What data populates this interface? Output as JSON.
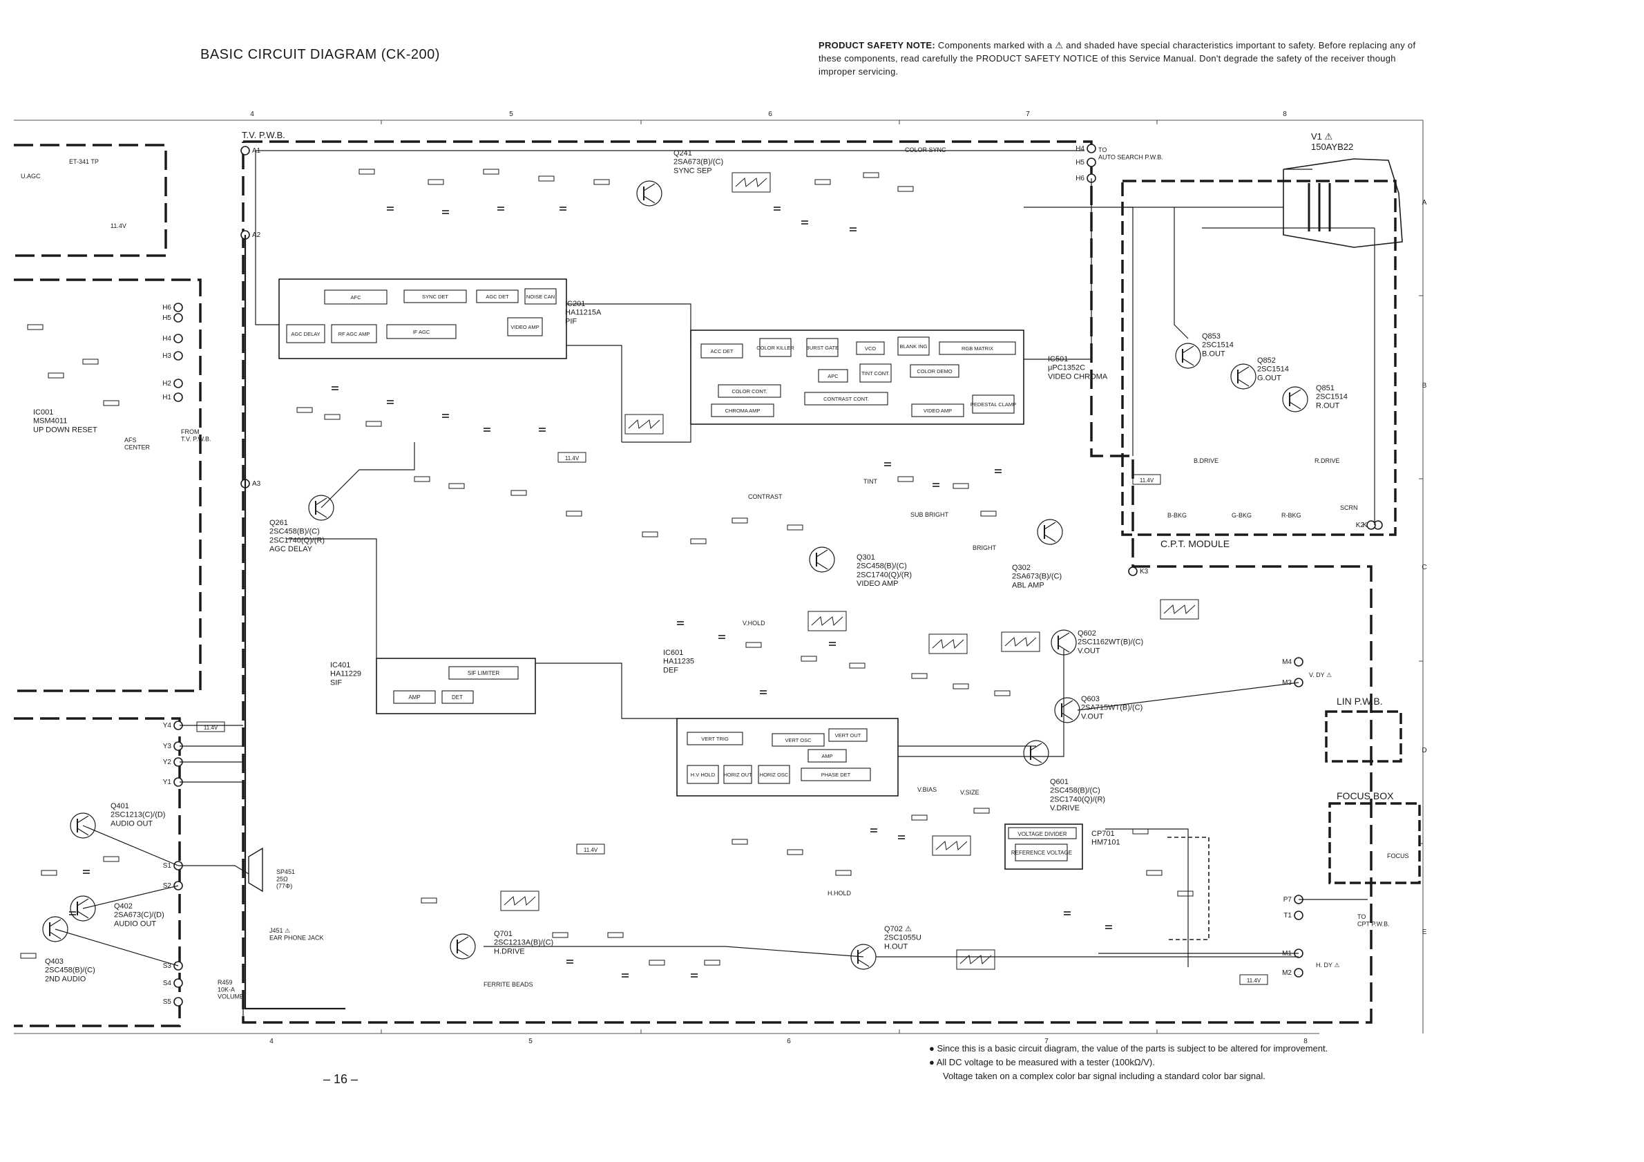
{
  "title": "BASIC CIRCUIT DIAGRAM (CK-200)",
  "safety_note": {
    "heading": "PRODUCT SAFETY NOTE:",
    "text": "Components marked with a ⚠ and shaded have special characteristics important to safety. Before replacing any of these components, read carefully the PRODUCT SAFETY NOTICE of this Service Manual. Don't degrade the safety of the receiver though improper servicing."
  },
  "grid": {
    "top_columns": [
      "4",
      "5",
      "6",
      "7",
      "8"
    ],
    "bottom_columns": [
      "4",
      "5",
      "6",
      "7",
      "8"
    ],
    "rows": [
      "A",
      "B",
      "C",
      "D",
      "E"
    ]
  },
  "boards": {
    "tv_pwb": "T.V. P.W.B.",
    "cpt_module": "C.P.T. MODULE",
    "lin_pwb": "LIN P.W.B.",
    "focus_box": "FOCUS BOX",
    "crt": "V1 ⚠\n150AYB22"
  },
  "ics": [
    {
      "ref": "IC201",
      "part": "HA11215A",
      "func": "PIF"
    },
    {
      "ref": "IC401",
      "part": "HA11229",
      "func": "SIF"
    },
    {
      "ref": "IC501",
      "part": "μPC1352C",
      "func": "VIDEO CHROMA"
    },
    {
      "ref": "IC601",
      "part": "HA11235",
      "func": "DEF"
    },
    {
      "ref": "IC001",
      "part": "MSM4011",
      "func": "UP DOWN RESET"
    },
    {
      "ref": "CP701",
      "part": "HM7101",
      "func": ""
    }
  ],
  "ic_blocks": {
    "ic201": [
      "AFC",
      "SYNC DET",
      "AGC DET",
      "NOISE CAN",
      "AGC DELAY",
      "RF AGC AMP",
      "IF AGC",
      "VIDEO AMP"
    ],
    "ic401": [
      "SIF LIMITER",
      "AMP",
      "DET"
    ],
    "ic501": [
      "ACC DET",
      "COLOR KILLER",
      "BURST GATE",
      "VCO",
      "BLANK ING",
      "RGB MATRIX",
      "APC",
      "TINT CONT.",
      "COLOR DEMO",
      "COLOR CONT.",
      "CHROMA AMP",
      "CONTRAST CONT.",
      "VIDEO AMP",
      "PEDESTAL CLAMP"
    ],
    "ic601": [
      "VERT TRIG",
      "VERT OSC",
      "VERT OUT",
      "AMP",
      "H.V HOLD",
      "HORIZ OUT",
      "HORIZ OSC",
      "PHASE DET"
    ],
    "cp701": [
      "VOLTAGE DIVIDER",
      "REFERENCE VOLTAGE"
    ]
  },
  "transistors": [
    {
      "ref": "Q241",
      "part": "2SA673(B)/(C)",
      "func": "SYNC SEP"
    },
    {
      "ref": "Q261",
      "part": "2SC458(B)/(C)\n2SC1740(Q)/(R)",
      "func": "AGC DELAY"
    },
    {
      "ref": "Q301",
      "part": "2SC458(B)/(C)\n2SC1740(Q)/(R)",
      "func": "VIDEO AMP"
    },
    {
      "ref": "Q302",
      "part": "2SA673(B)/(C)",
      "func": "ABL AMP"
    },
    {
      "ref": "Q401",
      "part": "2SC1213(C)/(D)",
      "func": "AUDIO OUT"
    },
    {
      "ref": "Q402",
      "part": "2SA673(C)/(D)",
      "func": "AUDIO OUT"
    },
    {
      "ref": "Q403",
      "part": "2SC458(B)/(C)",
      "func": "2ND AUDIO"
    },
    {
      "ref": "Q601",
      "part": "2SC458(B)/(C)\n2SC1740(Q)/(R)",
      "func": "V.DRIVE"
    },
    {
      "ref": "Q602",
      "part": "2SC1162WT(B)/(C)",
      "func": "V.OUT"
    },
    {
      "ref": "Q603",
      "part": "2SA715WT(B)/(C)",
      "func": "V.OUT"
    },
    {
      "ref": "Q701",
      "part": "2SC1213A(B)/(C)",
      "func": "H.DRIVE"
    },
    {
      "ref": "Q702 ⚠",
      "part": "2SC1055U",
      "func": "H.OUT"
    },
    {
      "ref": "Q851",
      "part": "2SC1514",
      "func": "R.OUT"
    },
    {
      "ref": "Q852",
      "part": "2SC1514",
      "func": "G.OUT"
    },
    {
      "ref": "Q853",
      "part": "2SC1514",
      "func": "B.OUT"
    }
  ],
  "connectors": {
    "left_a": [
      "A1",
      "A2",
      "A3"
    ],
    "left_h": [
      "H1",
      "H2",
      "H3",
      "H4",
      "H5",
      "H6"
    ],
    "left_y": [
      "Y1",
      "Y2",
      "Y3",
      "Y4"
    ],
    "left_s": [
      "S1",
      "S2",
      "S3",
      "S4",
      "S5"
    ],
    "right_h": [
      "H4",
      "H5",
      "H6"
    ],
    "right_k": [
      "K1",
      "K2",
      "K3"
    ],
    "right_m": [
      "M1",
      "M2",
      "M3",
      "M4"
    ],
    "right_p": [
      "P7",
      "T1"
    ]
  },
  "misc_labels": {
    "et341": "ET-341 TP",
    "uagc": "U.AGC",
    "v114": "11.4V",
    "auto_search": "TO\nAUTO SEARCH P.W.B.",
    "from_tv": "FROM\nT.V. P.W.B.",
    "ear_phone": "J451 ⚠\nEAR PHONE JACK",
    "speaker": "SP451\n25Ω\n(77Φ)",
    "afs_center": "AFS\nCENTER",
    "vol": "R459\n10K-A\nVOLUME",
    "sub_bright": "SUB BRIGHT",
    "tint": "TINT",
    "bright": "BRIGHT",
    "contrast": "CONTRAST",
    "v_hold": "V.HOLD",
    "h_hold": "H.HOLD",
    "v_size": "V.SIZE",
    "v_bias": "V.BIAS",
    "b_drive": "B.DRIVE",
    "r_drive": "R.DRIVE",
    "b_bkg": "B-BKG",
    "g_bkg": "G-BKG",
    "r_bkg": "R-BKG",
    "scrn": "SCRN",
    "focus": "FOCUS",
    "ferrite": "FERRITE BEADS",
    "color_sync": "COLOR SYNC",
    "v_dy": "V. DY ⚠",
    "h_dy": "H. DY ⚠",
    "cpt_pwb": "TO\nCPT P.W.B."
  },
  "notes": [
    "● Since this is a basic circuit diagram, the value of the parts is subject to be altered for improvement.",
    "● All DC voltage to be measured with a tester (100kΩ/V).",
    "Voltage taken on a complex color bar signal including a standard color bar signal."
  ],
  "page_number": "– 16 –"
}
